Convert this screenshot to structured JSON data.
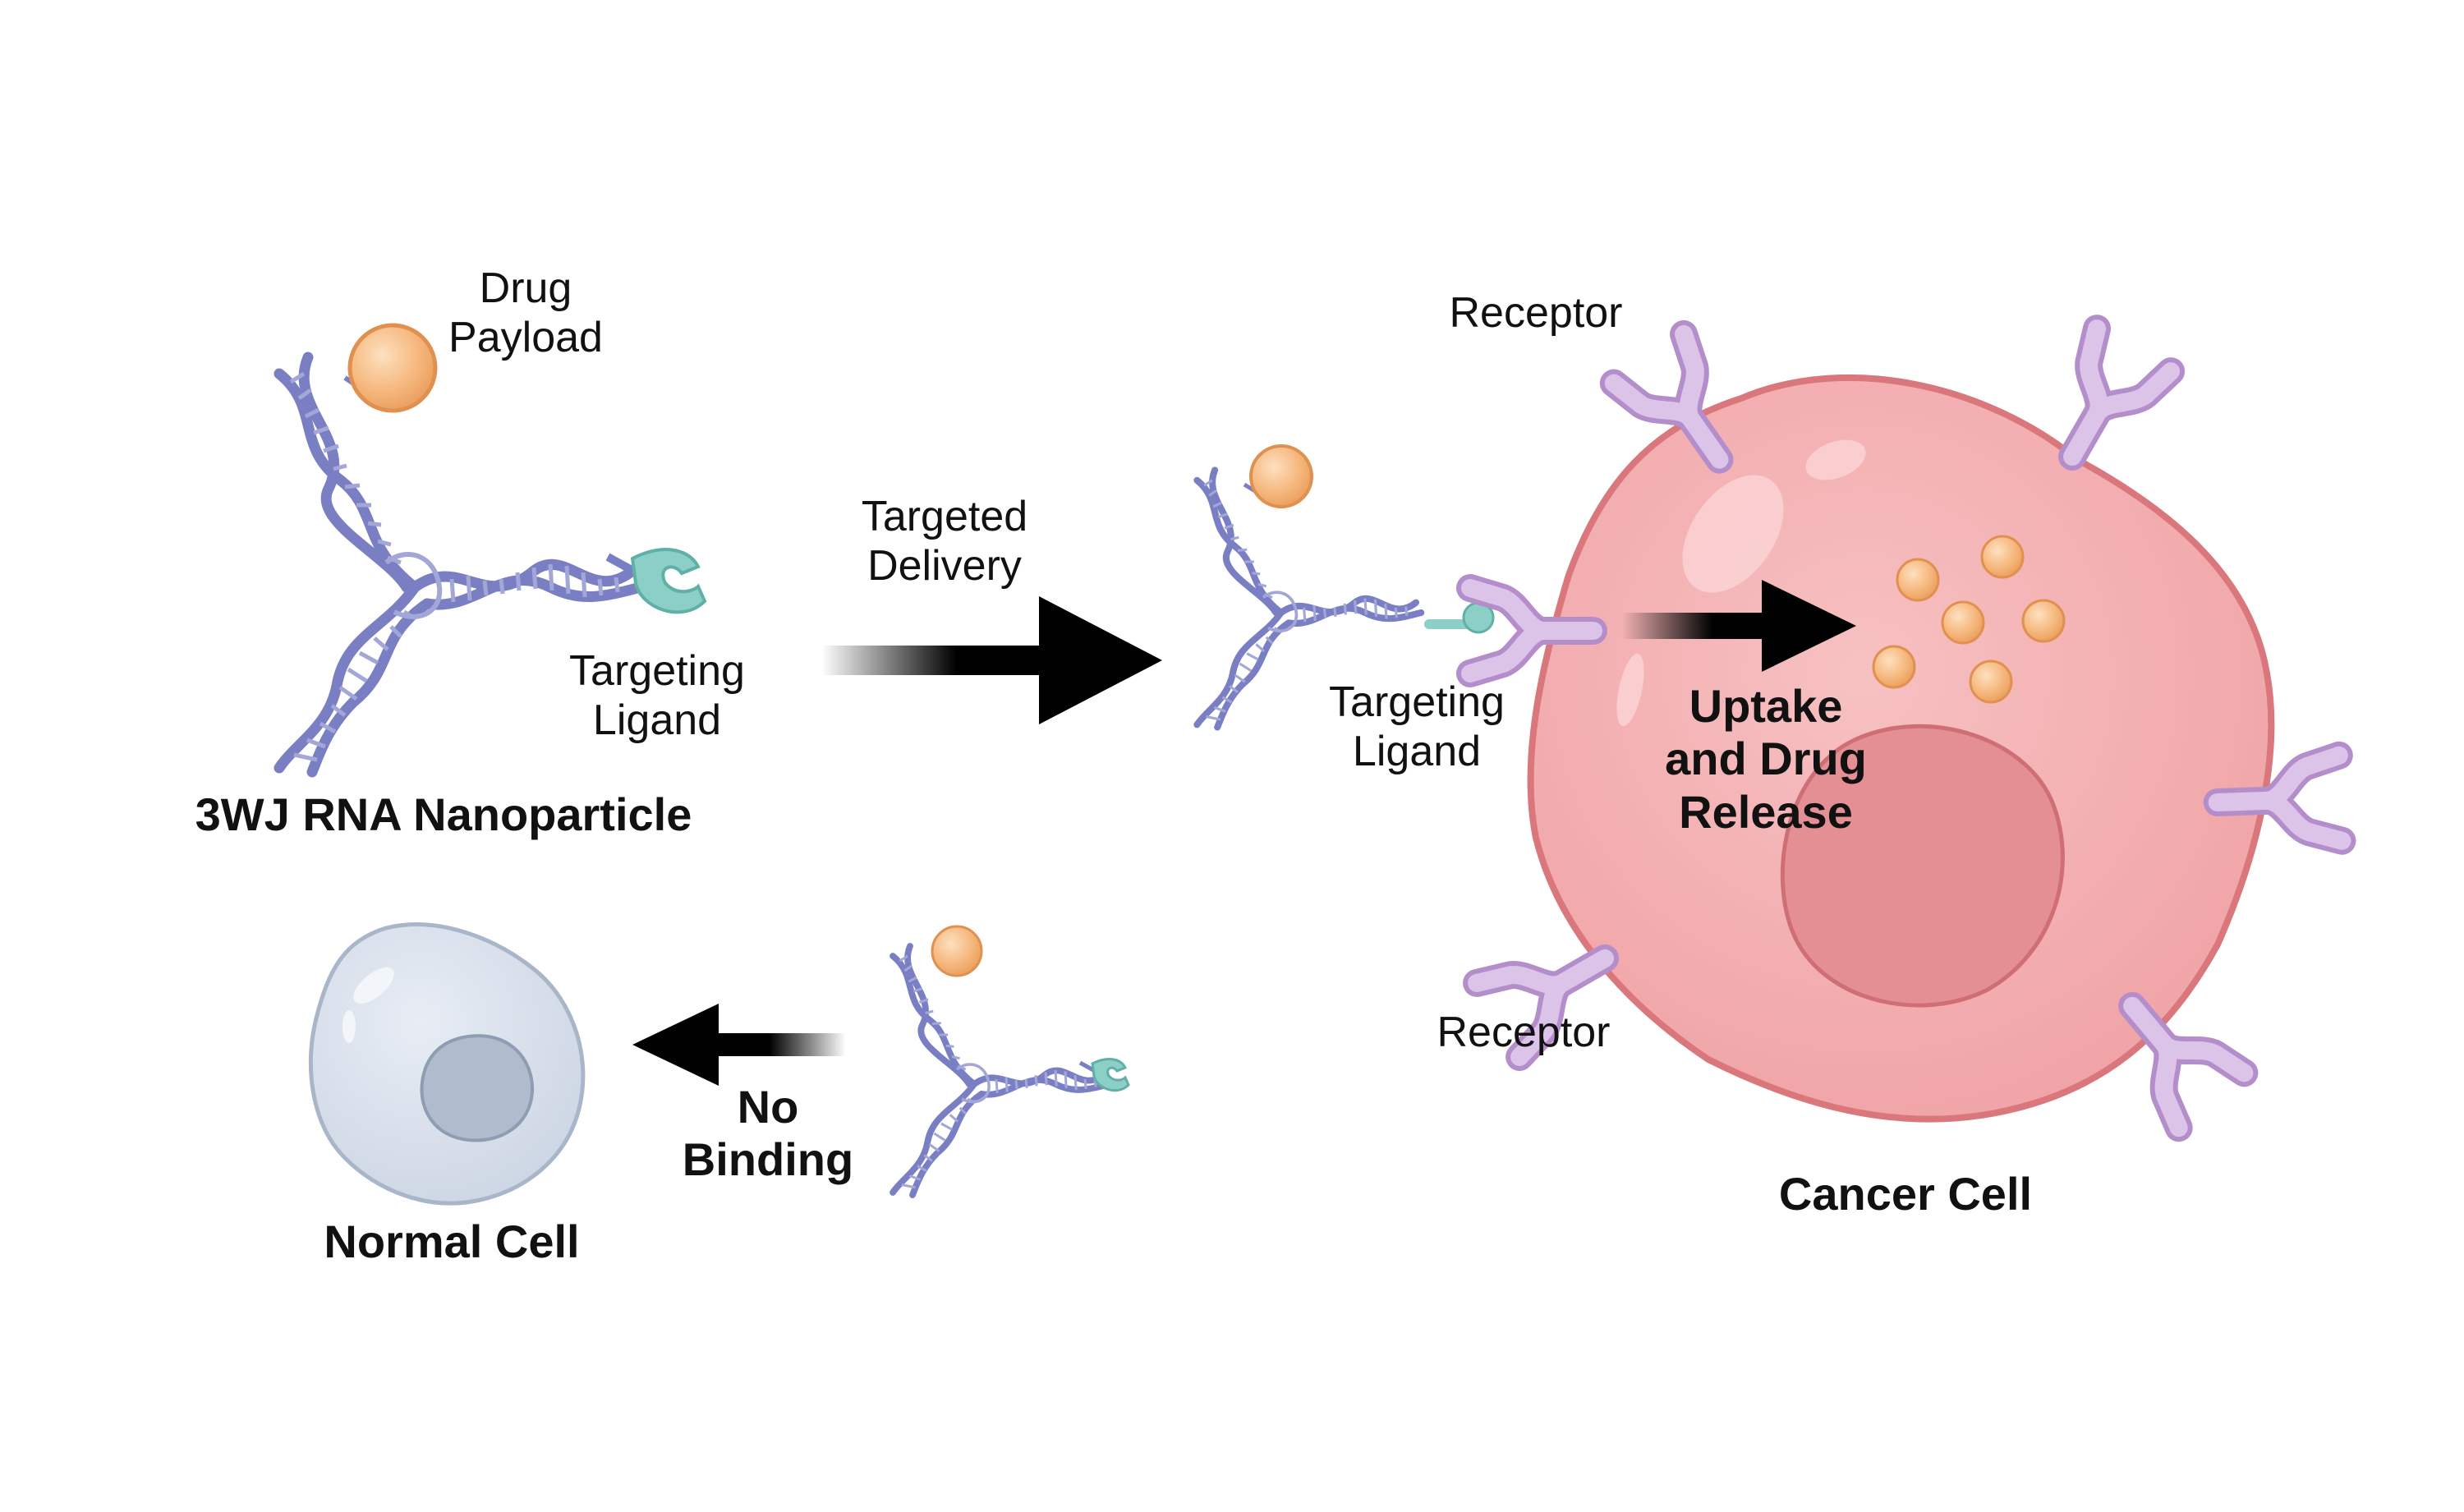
{
  "labels": {
    "drug_payload": [
      "Drug",
      "Payload"
    ],
    "targeting_ligand_left": [
      "Targeting",
      "Ligand"
    ],
    "nanoparticle_title": "3WJ RNA Nanoparticle",
    "targeted_delivery": [
      "Targeted",
      "Delivery"
    ],
    "targeting_ligand_mid": [
      "Targeting",
      "Ligand"
    ],
    "receptor_top": "Receptor",
    "receptor_bottom": "Receptor",
    "uptake": [
      "Uptake",
      "and Drug",
      "Release"
    ],
    "cancer_cell": "Cancer Cell",
    "no_binding": [
      "No",
      "Binding"
    ],
    "normal_cell": "Normal Cell"
  },
  "colors": {
    "rna_strand": "#7a7fc4",
    "rna_rungs": "#a3a7d8",
    "drug_payload": "#f6b87e",
    "ligand": "#8ccfc6",
    "receptor": "#c9a8da",
    "cancer_cell": "#f3aeb0",
    "cancer_nucleus": "#e48f93",
    "normal_cell": "#d5dcea",
    "normal_nucleus": "#b0bccd",
    "arrow": "#000000"
  },
  "icons": [
    "rna-nanoparticle-icon",
    "drug-payload-icon",
    "targeting-ligand-icon",
    "receptor-icon",
    "cancer-cell-icon",
    "normal-cell-icon",
    "arrow-right-icon",
    "arrow-left-icon"
  ]
}
